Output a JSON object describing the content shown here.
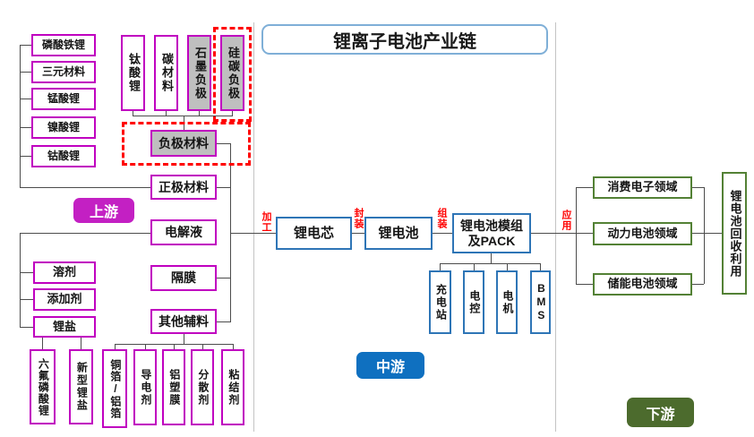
{
  "title": "锂离子电池产业链",
  "stage_labels": {
    "upstream": "上游",
    "midstream": "中游",
    "downstream": "下游"
  },
  "process_labels": [
    "加工",
    "封装",
    "组装",
    "应用"
  ],
  "upstream": {
    "cathode_types": [
      "磷酸铁锂",
      "三元材料",
      "锰酸锂",
      "镍酸锂",
      "钴酸锂"
    ],
    "anode_types": [
      "钛酸锂",
      "碳材料",
      "石墨负极",
      "硅碳负极"
    ],
    "materials": {
      "anode": "负极材料",
      "cathode": "正极材料",
      "electrolyte": "电解液",
      "separator": "隔膜",
      "other_aux": "其他辅料"
    },
    "electrolyte_components": [
      "溶剂",
      "添加剂",
      "锂盐"
    ],
    "lithium_salts": [
      "六氟磷酸锂",
      "新型锂盐"
    ],
    "aux_components": [
      "铜箔/铝箔",
      "导电剂",
      "铝塑膜",
      "分散剂",
      "粘结剂"
    ]
  },
  "midstream": {
    "chain": [
      "锂电芯",
      "锂电池",
      "锂电池模组及PACK"
    ],
    "pack_parts": [
      "充电站",
      "电控",
      "电机",
      "BMS"
    ]
  },
  "downstream": {
    "applications": [
      "消费电子领域",
      "动力电池领域",
      "储能电池领域"
    ],
    "recycling": "锂电池回收利用"
  },
  "colors": {
    "magenta_border": "#c000c0",
    "magenta_fill": "#c320c3",
    "gray_fill": "#bfbfbf",
    "blue_border": "#2e75b6",
    "blue_fill": "#0f70c0",
    "green_border": "#538135",
    "green_fill": "#4c6b2d",
    "red_highlight": "#ff0000",
    "title_border": "#7fafd7",
    "connector": "#4c4c4c"
  }
}
